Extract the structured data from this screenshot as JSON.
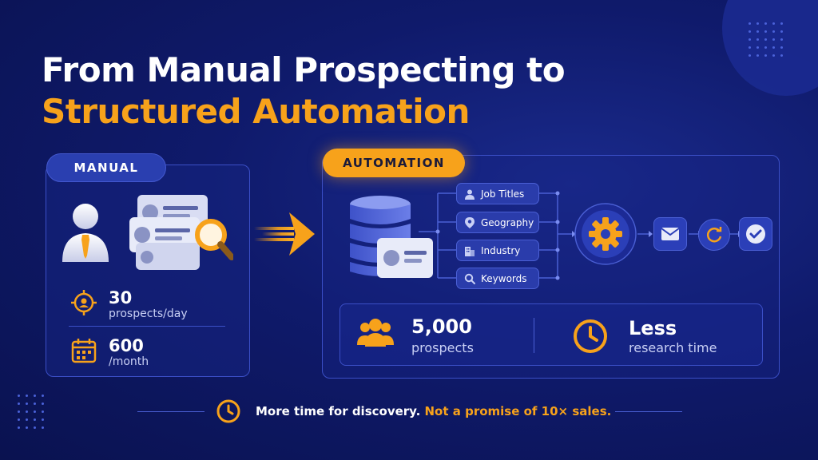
{
  "title": {
    "line1": "From Manual Prospecting to",
    "line2": "Structured Automation"
  },
  "manual": {
    "badge": "MANUAL",
    "stats": [
      {
        "value": "30",
        "label": "prospects/day",
        "icon": "target-icon"
      },
      {
        "value": "600",
        "label": "/month",
        "icon": "calendar-icon"
      }
    ]
  },
  "automation": {
    "badge": "AUTOMATION",
    "filters": [
      {
        "label": "Job Titles",
        "icon": "person-icon"
      },
      {
        "label": "Geography",
        "icon": "map-pin-icon"
      },
      {
        "label": "Industry",
        "icon": "building-icon"
      },
      {
        "label": "Keywords",
        "icon": "search-icon"
      }
    ],
    "flow_icons": [
      "gear-icon",
      "email-icon",
      "refresh-icon",
      "check-icon"
    ],
    "results": [
      {
        "value": "5,000",
        "label": "prospects",
        "icon": "people-group-icon"
      },
      {
        "value": "Less",
        "label": "research time",
        "icon": "clock-icon"
      }
    ]
  },
  "footer": {
    "text_white": "More time for discovery.",
    "text_orange": "Not a promise of 10× sales."
  },
  "colors": {
    "accent": "#f7a21b",
    "background": "#0f1a6b",
    "panel_border": "#3b4fc7"
  }
}
